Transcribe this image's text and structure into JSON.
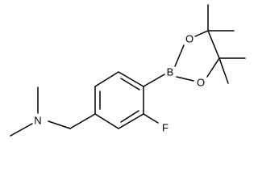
{
  "molecule": {
    "atoms": {
      "nitrogen": "N",
      "fluorine": "F",
      "boron": "B",
      "oxygen_upper": "O",
      "oxygen_lower": "O"
    },
    "colors": {
      "bond": "#000000",
      "label": "#000000",
      "background": "#ffffff"
    }
  }
}
